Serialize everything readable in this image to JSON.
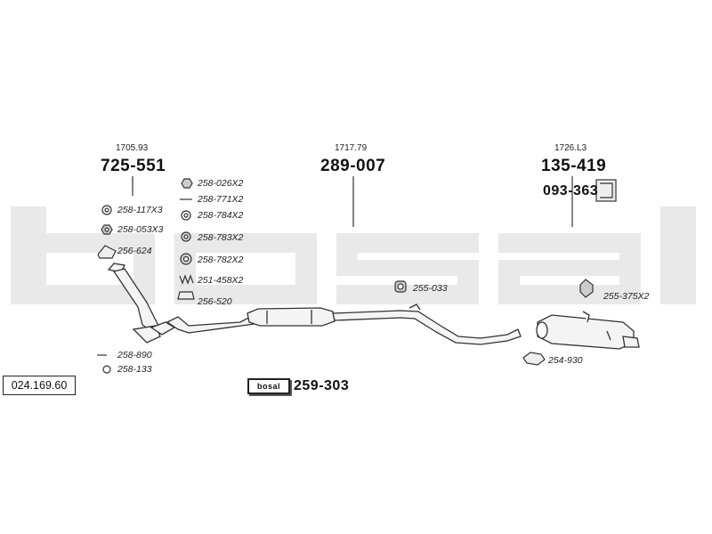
{
  "watermark": "bosal",
  "catalog_code": "024.169.60",
  "assemblies": [
    {
      "ref": "1705.93",
      "part": "725-551"
    },
    {
      "ref": "1717.79",
      "part": "289-007"
    },
    {
      "ref": "1726.L3",
      "part": "135-419"
    }
  ],
  "bracket_part": "093-363",
  "front_left_parts": [
    "258-117X3",
    "258-053X3",
    "256-624"
  ],
  "front_lower_parts": [
    "258-890",
    "258-133"
  ],
  "kit_parts": [
    "258-026X2",
    "258-771X2",
    "258-784X2",
    "258-783X2",
    "258-782X2",
    "251-458X2",
    "256-520"
  ],
  "mid_part": "255-033",
  "rear_parts": [
    "255-375X2",
    "254-930"
  ],
  "fitting_kit": {
    "brand": "bosal",
    "part": "259-303"
  }
}
